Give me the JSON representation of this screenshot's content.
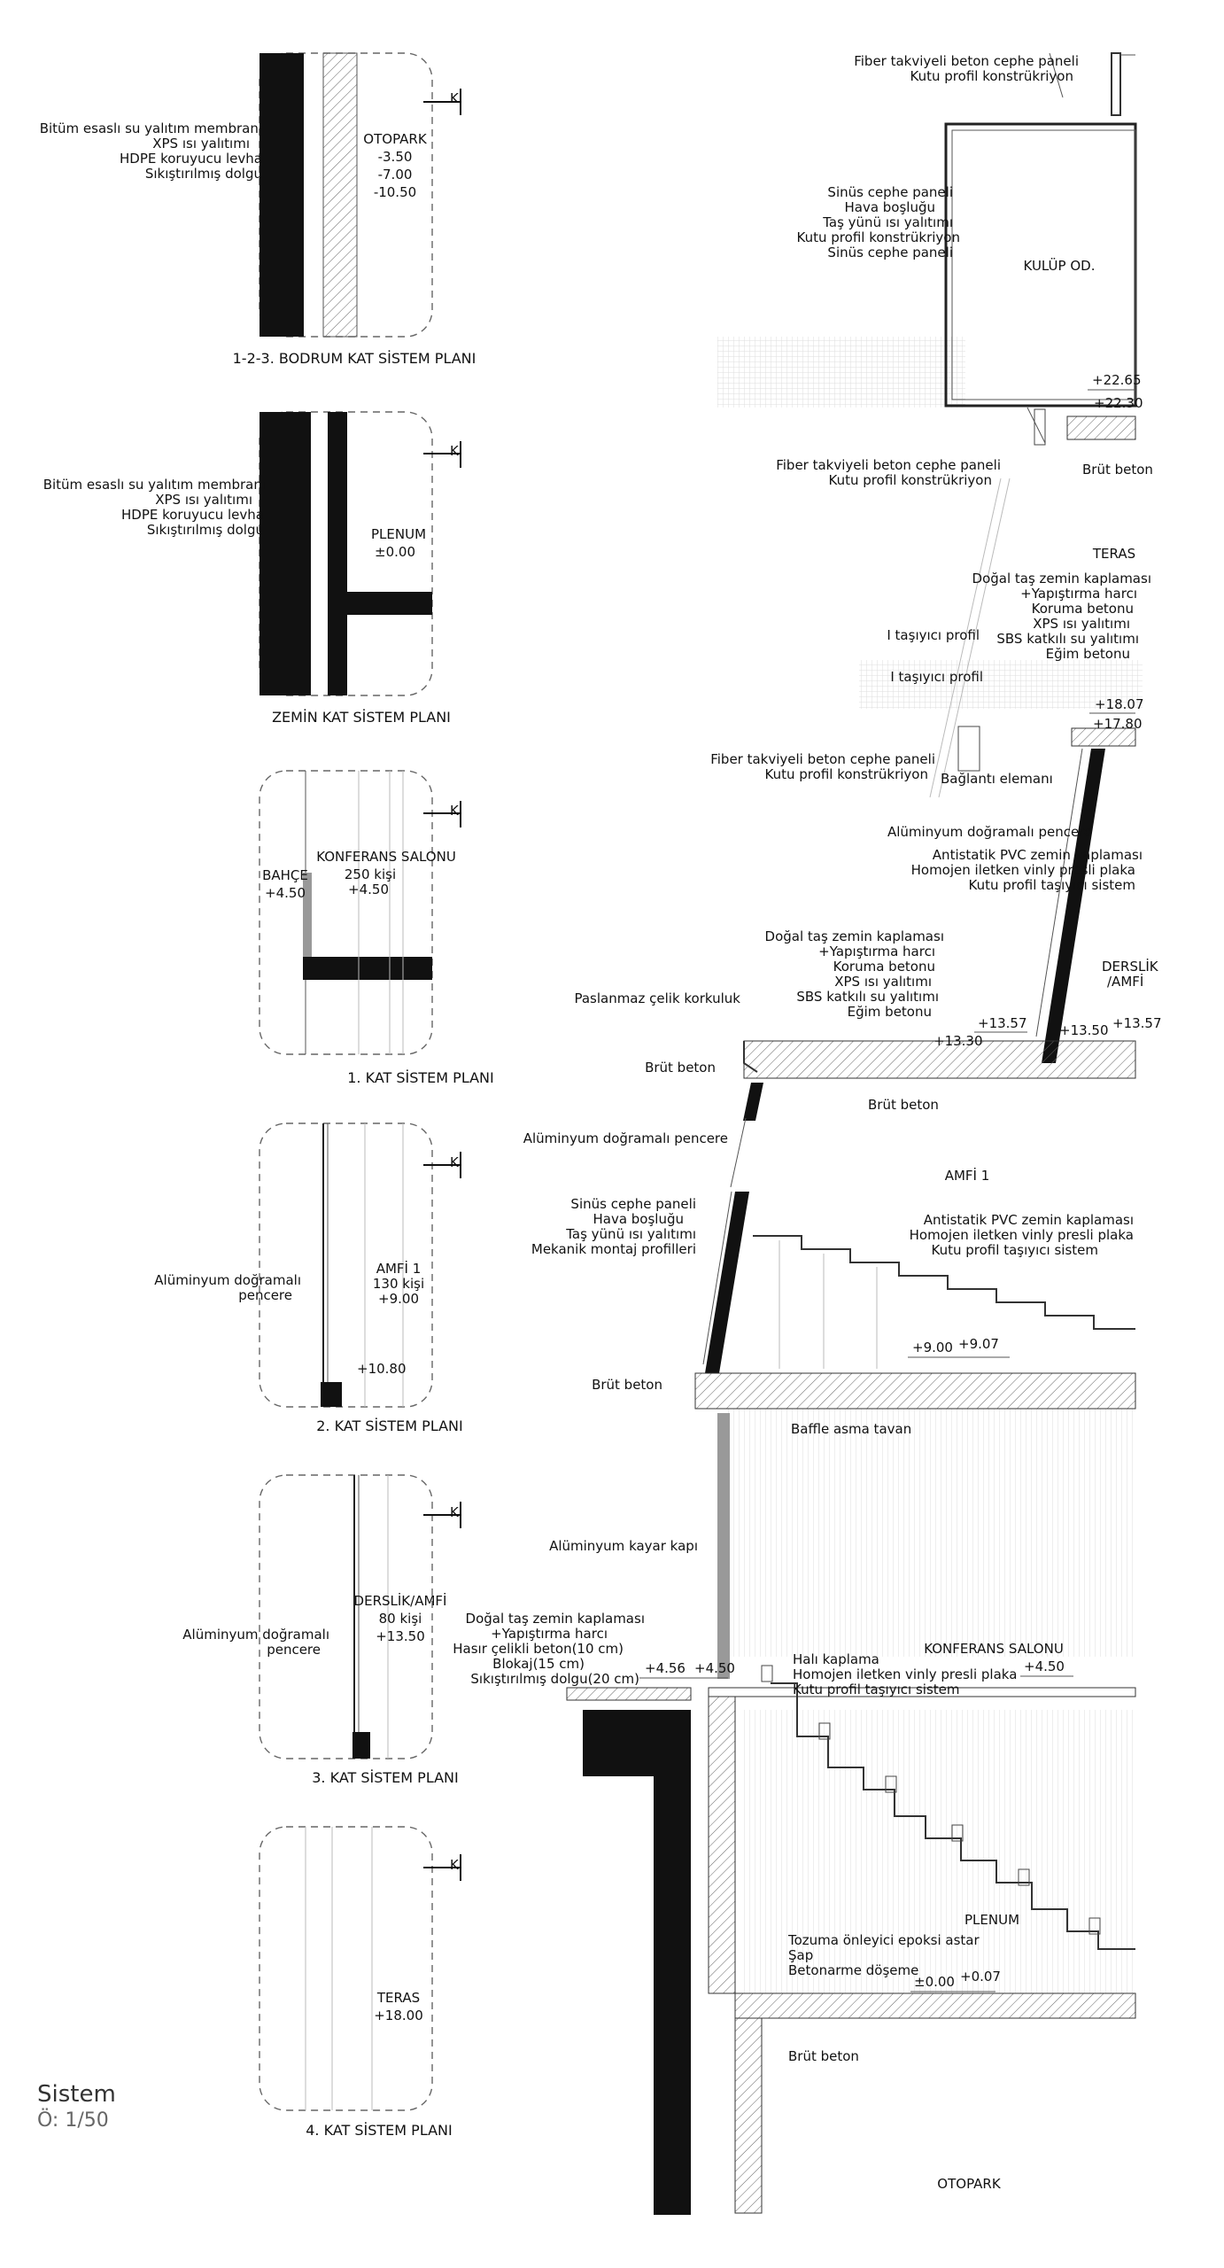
{
  "sheet": {
    "title": "Sistem",
    "scale": "Ö: 1/50"
  },
  "plans": [
    {
      "caption": "1-2-3. BODRUM KAT SİSTEM PLANI",
      "space_lines": [
        "OTOPARK",
        "-3.50",
        "-7.00",
        "-10.50"
      ],
      "left_notes": [
        "Bitüm esaslı su yalıtım membranı",
        "XPS ısı yalıtımı",
        "HDPE koruyucu levha",
        "Sıkıştırılmış dolgu"
      ],
      "mark": "K"
    },
    {
      "caption": "ZEMİN KAT SİSTEM PLANI",
      "space_lines": [
        "PLENUM",
        "±0.00"
      ],
      "left_notes": [
        "Bitüm esaslı su yalıtım membranı",
        "XPS ısı yalıtımı",
        "HDPE koruyucu levha",
        "Sıkıştırılmış dolgu"
      ],
      "mark": "K"
    },
    {
      "caption": "1. KAT SİSTEM PLANI",
      "space_lines": [
        "KONFERANS SALONU",
        "250 kişi",
        "+4.50"
      ],
      "aux_lines": [
        "BAHÇE",
        "+4.50"
      ],
      "left_notes": [],
      "mark": "K"
    },
    {
      "caption": "2. KAT SİSTEM PLANI",
      "space_lines": [
        "AMFİ 1",
        "130 kişi",
        "+9.00"
      ],
      "aux_lines": [
        "+10.80"
      ],
      "left_notes": [
        "Alüminyum doğramalı",
        "pencere"
      ],
      "mark": "K"
    },
    {
      "caption": "3. KAT SİSTEM PLANI",
      "space_lines": [
        "DERSLİK/AMFİ",
        "80 kişi",
        "+13.50"
      ],
      "left_notes": [
        "Alüminyum doğramalı",
        "pencere"
      ],
      "mark": "K"
    },
    {
      "caption": "4. KAT SİSTEM PLANI",
      "space_lines": [
        "TERAS",
        "+18.00"
      ],
      "left_notes": [],
      "mark": "K"
    }
  ],
  "section": {
    "spaces": {
      "kulup": "KULÜP OD.",
      "teras": "TERAS",
      "derslik": [
        "DERSLİK",
        "/AMFİ"
      ],
      "amfi": "AMFİ 1",
      "konferans": "KONFERANS SALONU",
      "plenum": "PLENUM",
      "otopark": "OTOPARK"
    },
    "notes": {
      "n1": [
        "Fiber takviyeli beton cephe paneli",
        "Kutu profil konstrükriyon"
      ],
      "n2": [
        "Sinüs cephe paneli",
        "Hava boşluğu",
        "Taş yünü ısı yalıtımı",
        "Kutu profil konstrükriyon",
        "Sinüs cephe paneli"
      ],
      "n3": [
        "Fiber takviyeli beton cephe paneli",
        "Kutu profil konstrükriyon"
      ],
      "n3b": "Brüt beton",
      "n4": [
        "Doğal taş zemin kaplaması",
        "+Yapıştırma harcı",
        "Koruma betonu",
        "XPS ısı yalıtımı",
        "SBS katkılı su yalıtımı",
        "Eğim betonu"
      ],
      "n5a": "I taşıyıcı profil",
      "n5b": "I taşıyıcı profil",
      "n6": [
        "Fiber takviyeli beton cephe paneli",
        "Kutu profil konstrükriyon"
      ],
      "n6b": "Bağlantı elemanı",
      "n7": "Alüminyum doğramalı pencere",
      "n8": [
        "Antistatik PVC zemin kaplaması",
        "Homojen iletken vinly presli plaka",
        "Kutu profil taşıyıcı sistem"
      ],
      "n9": [
        "Doğal taş zemin kaplaması",
        "+Yapıştırma harcı",
        "Koruma betonu",
        "XPS ısı yalıtımı",
        "SBS katkılı su yalıtımı",
        "Eğim betonu"
      ],
      "n10": "Paslanmaz çelik korkuluk",
      "n11a": "Brüt beton",
      "n11b": "Brüt beton",
      "n12": "Alüminyum doğramalı pencere",
      "n13": [
        "Sinüs cephe paneli",
        "Hava boşluğu",
        "Taş yünü ısı yalıtımı",
        "Mekanik montaj profilleri"
      ],
      "n14": [
        "Antistatik PVC zemin kaplaması",
        "Homojen iletken vinly presli plaka",
        "Kutu profil taşıyıcı sistem"
      ],
      "n15": "Brüt beton",
      "n16": "Baffle asma tavan",
      "n17": "Alüminyum kayar kapı",
      "n18": [
        "Doğal taş zemin kaplaması",
        "+Yapıştırma harcı",
        "Hasır çelikli beton(10 cm)",
        "Blokaj(15 cm)",
        "Sıkıştırılmış dolgu(20 cm)"
      ],
      "n19": [
        "Halı kaplama",
        "Homojen iletken vinly presli plaka",
        "Kutu profil taşıyıcı sistem"
      ],
      "n20": [
        "Tozuma önleyici epoksi astar",
        "Şap",
        "Betonarme döşeme"
      ],
      "n21": "Brüt beton"
    },
    "levels": {
      "l2265": "+22.65",
      "l2230": "+22.30",
      "l1807": "+18.07",
      "l1780": "+17.80",
      "l1357a": "+13.57",
      "l1330": "+13.30",
      "l1350": "+13.50",
      "l1357b": "+13.57",
      "l900": "+9.00",
      "l907": "+9.07",
      "l456": "+4.56",
      "l450a": "+4.50",
      "l450b": "+4.50",
      "l000": "±0.00",
      "l007": "+0.07"
    }
  },
  "colors": {
    "ink": "#111111",
    "hatch": "#777777",
    "grey": "#999999",
    "dash": "#666666"
  }
}
